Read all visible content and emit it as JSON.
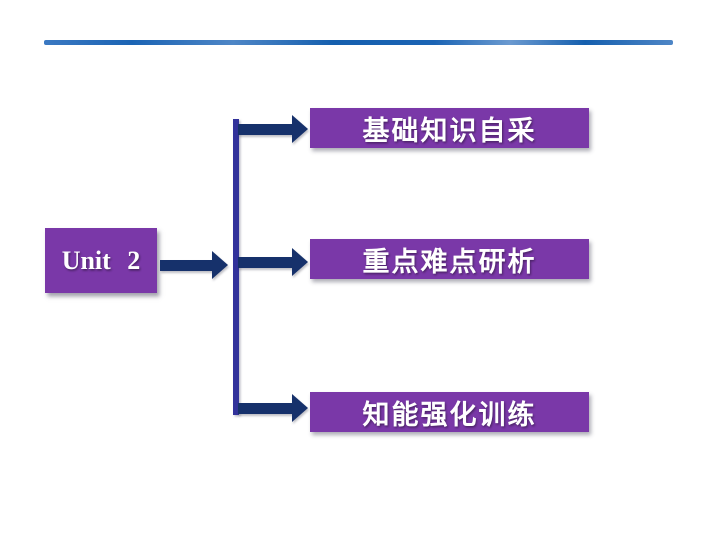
{
  "colors": {
    "box_purple": "#7a38a8",
    "arrow_navy": "#16316b",
    "connector_indigo": "#32329b",
    "top_rule_blue": "#1b64b4",
    "top_rule_blue_light": "#4e86c6",
    "text_white": "#ffffff",
    "background": "#ffffff"
  },
  "unit": {
    "label": "Unit 2"
  },
  "flow": {
    "items": [
      {
        "label": "基础知识自采"
      },
      {
        "label": "重点难点研析"
      },
      {
        "label": "知能强化训练"
      }
    ]
  }
}
